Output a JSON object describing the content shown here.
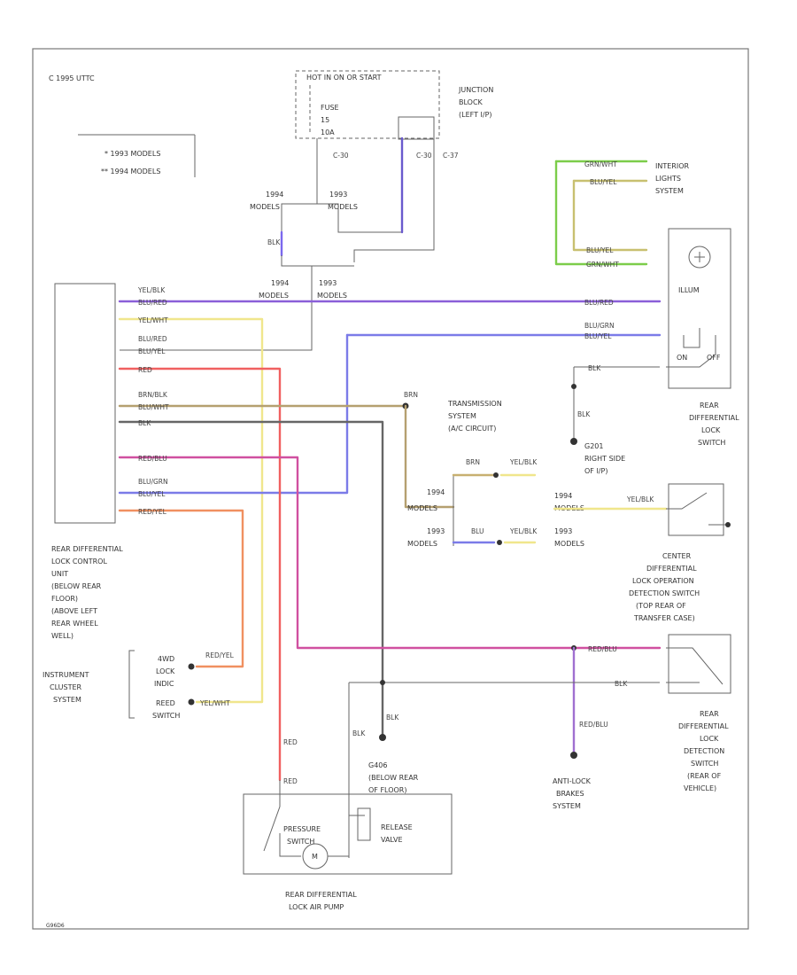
{
  "copyright": "C 1995 UTTC",
  "footer_code": "G96D6",
  "legend": [
    "* 1993 MODELS",
    "** 1994 MODELS"
  ],
  "junction_block": {
    "top_label": "HOT IN ON OR START",
    "fuse_lines": [
      "FUSE",
      "15",
      "10A"
    ],
    "name_lines": [
      "JUNCTION",
      "BLOCK",
      "(LEFT I/P)"
    ],
    "connectors": [
      "C-30",
      "C-30",
      "C-37"
    ],
    "models_1994": [
      "1994",
      "MODELS"
    ],
    "models_1993": [
      "1993",
      "MODELS"
    ]
  },
  "interior_lights": {
    "label_lines": [
      "INTERIOR",
      "LIGHTS",
      "SYSTEM"
    ],
    "wire_top": "GRN/WHT",
    "wire_bottom": "BLU/YEL",
    "wire_in_1": "BLU/YEL",
    "wire_in_2": "GRN/WHT"
  },
  "control_unit": {
    "label_lines": [
      "REAR DIFFERENTIAL",
      "LOCK CONTROL",
      "UNIT",
      "(BELOW REAR",
      "FLOOR)",
      "(ABOVE LEFT",
      "REAR WHEEL",
      "WELL)"
    ]
  },
  "wires": {
    "w1a": "YEL/BLK",
    "w1b": "BLU/RED",
    "w2": "YEL/WHT",
    "w3a": "BLU/RED",
    "w3b": "BLU/YEL",
    "w4": "RED",
    "w5a": "BRN/BLK",
    "w5b": "BLU/WHT",
    "w6": "BLK",
    "w7": "RED/BLU",
    "w8a": "BLU/GRN",
    "w8b": "BLU/YEL",
    "w9": "RED/YEL",
    "blk_vert": "BLK",
    "sw_right_1": "BLU/RED",
    "sw_right_2a": "BLU/GRN",
    "sw_right_2b": "BLU/YEL",
    "sw_right_3": "BLK",
    "brn": "BRN",
    "blk_short": "BLK",
    "brn2": "BRN",
    "yel_blk1": "YEL/BLK",
    "blu": "BLU",
    "yel_blk2": "YEL/BLK",
    "yel_blk3": "YEL/BLK",
    "red_blu_right": "RED/BLU",
    "blk_right": "BLK",
    "red_blu_vert": "RED/BLU",
    "red_vert": "RED",
    "blk_vert2": "BLK",
    "blk_pump": "BLK",
    "red_pump": "RED",
    "red_yel_cluster": "RED/YEL",
    "yel_wht_cluster": "YEL/WHT"
  },
  "models_labels": {
    "top_1994": [
      "1994",
      "MODELS"
    ],
    "top_1993": [
      "1993",
      "MODELS"
    ],
    "m1994": [
      "1994",
      "MODELS"
    ],
    "m1993": [
      "1993",
      "MODELS"
    ],
    "r1994": [
      "1994",
      "MODELS"
    ],
    "r1993": [
      "1993",
      "MODELS"
    ]
  },
  "transmission": [
    "TRANSMISSION",
    "SYSTEM",
    "(A/C CIRCUIT)"
  ],
  "rear_diff_switch": {
    "label_lines": [
      "REAR",
      "DIFFERENTIAL",
      "LOCK",
      "SWITCH"
    ],
    "illum": "ILLUM",
    "on": "ON",
    "off": "OFF"
  },
  "ground_g201": [
    "G201",
    "RIGHT SIDE",
    "OF I/P)"
  ],
  "center_diff": [
    "CENTER",
    "DIFFERENTIAL",
    "LOCK OPERATION",
    "DETECTION SWITCH",
    "(TOP REAR OF",
    "TRANSFER CASE)"
  ],
  "rear_diff_detect": [
    "REAR",
    "DIFFERENTIAL",
    "LOCK",
    "DETECTION",
    "SWITCH",
    "(REAR OF",
    "VEHICLE)"
  ],
  "anti_lock": [
    "ANTI-LOCK",
    "BRAKES",
    "SYSTEM"
  ],
  "instrument_cluster": {
    "label_lines": [
      "INSTRUMENT",
      "CLUSTER",
      "SYSTEM"
    ],
    "ind_lines": [
      "4WD",
      "LOCK",
      "INDIC"
    ],
    "sw_lines": [
      "REED",
      "SWITCH"
    ]
  },
  "ground_g406": [
    "G406",
    "(BELOW REAR",
    "OF FLOOR)"
  ],
  "pump": {
    "name_lines": [
      "REAR DIFFERENTIAL",
      "LOCK AIR PUMP"
    ],
    "pressure_lines": [
      "PRESSURE",
      "SWITCH"
    ],
    "release_lines": [
      "RELEASE",
      "VALVE"
    ],
    "motor": "M"
  }
}
